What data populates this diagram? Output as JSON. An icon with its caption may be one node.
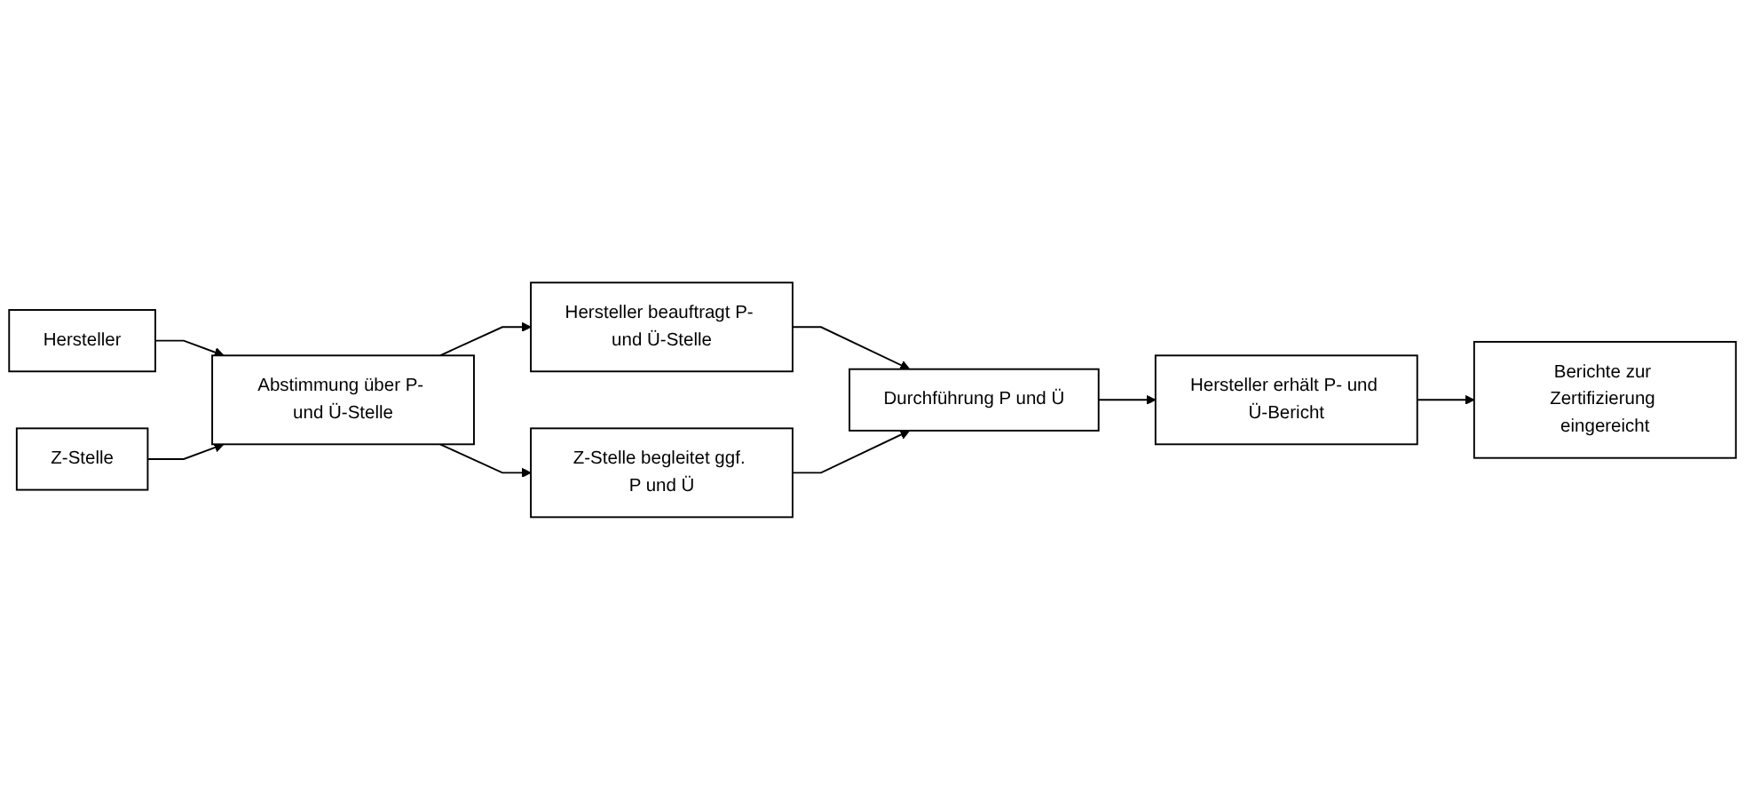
{
  "diagram": {
    "nodes": [
      {
        "text": [
          "Hersteller"
        ]
      },
      {
        "text": [
          "Z-Stelle"
        ]
      },
      {
        "text": [
          "Abstimmung über P- und Ü-Stelle"
        ]
      },
      {
        "text": [
          "Hersteller beauftragt P- und Ü-Stelle"
        ]
      },
      {
        "text": [
          "Z-Stelle begleitet ggf. P und Ü"
        ]
      },
      {
        "text": [
          "Durchführung P und Ü"
        ]
      },
      {
        "text": [
          "Hersteller erhält P- und Ü-Bericht"
        ]
      },
      {
        "text": [
          "Berichte zur Zertifizierung eingereicht"
        ]
      }
    ],
    "edges": [
      {
        "from": 0,
        "to": 2,
        "arrow": "to"
      },
      {
        "from": 1,
        "to": 2,
        "arrow": "to"
      },
      {
        "from": 2,
        "to": 3,
        "arrow": "to"
      },
      {
        "from": 2,
        "to": 4,
        "arrow": "to"
      },
      {
        "from": 3,
        "to": 5,
        "arrow": "to"
      },
      {
        "from": 4,
        "to": 5,
        "arrow": "to"
      },
      {
        "from": 5,
        "to": 6,
        "arrow": "to"
      },
      {
        "from": 6,
        "to": 7,
        "arrow": "to"
      }
    ]
  }
}
